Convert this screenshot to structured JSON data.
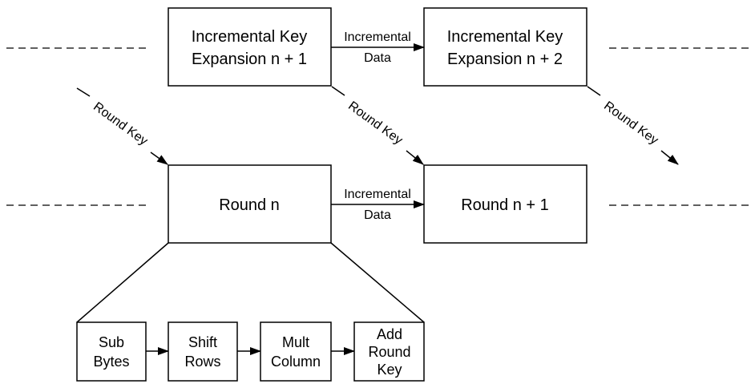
{
  "boxes": {
    "key_exp_n1": {
      "line1": "Incremental Key",
      "line2": "Expansion n + 1"
    },
    "key_exp_n2": {
      "line1": "Incremental Key",
      "line2": "Expansion n + 2"
    },
    "round_n": {
      "label": "Round n"
    },
    "round_n1": {
      "label": "Round n + 1"
    }
  },
  "arrows": {
    "top_transfer": {
      "line1": "Incremental",
      "line2": "Data"
    },
    "bottom_transfer": {
      "line1": "Incremental",
      "line2": "Data"
    },
    "round_key_left": "Round Key",
    "round_key_middle": "Round Key",
    "round_key_right": "Round Key"
  },
  "sub_steps": [
    {
      "line1": "Sub",
      "line2": "Bytes"
    },
    {
      "line1": "Shift",
      "line2": "Rows"
    },
    {
      "line1": "Mult",
      "line2": "Column"
    },
    {
      "line1": "Add",
      "line2": "Round",
      "line3": "Key"
    }
  ]
}
